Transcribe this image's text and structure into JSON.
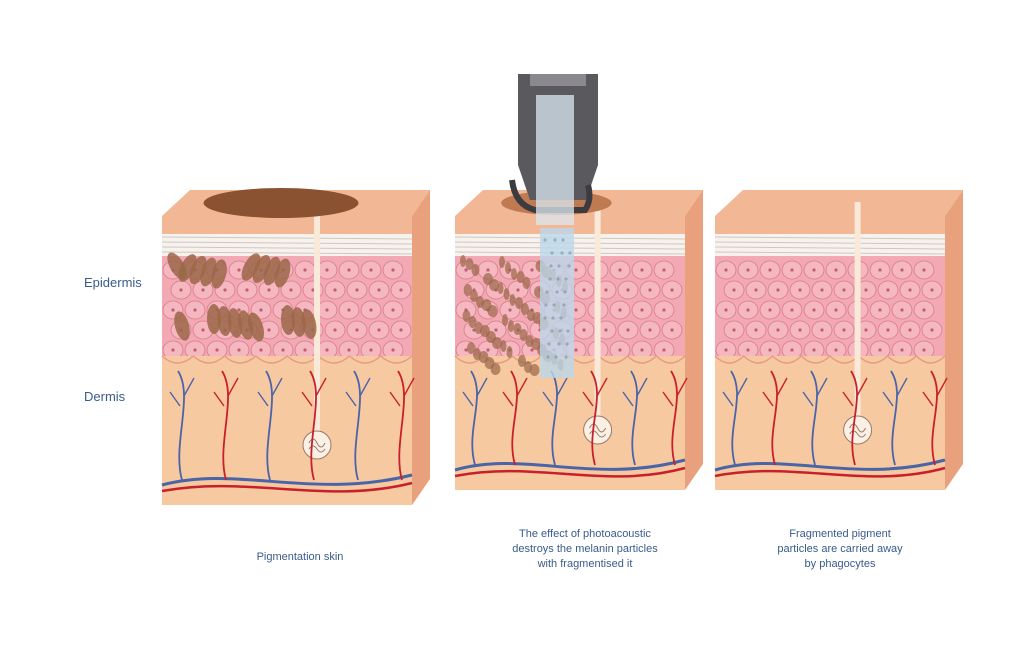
{
  "labels": {
    "epidermis": "Epidermis",
    "dermis": "Dermis"
  },
  "captions": [
    "Pigmentation skin",
    "The effect of photoacoustic\ndestroys the melanin particles\nwith fragmentised it",
    "Fragmented pigment\nparticles are carried away\nby phagocytes"
  ],
  "colors": {
    "text": "#3a5a8c",
    "skin_top": "#f2b795",
    "skin_side": "#e9a07c",
    "epidermis_cells": "#f3a9b3",
    "dermis": "#f6c9a1",
    "artery": "#c8202a",
    "vein": "#4a64a8",
    "melanin": "#9a6748",
    "pigment_spot": "#8a5230",
    "probe": "#5a5a5e",
    "beam": "#bcd7ea"
  }
}
